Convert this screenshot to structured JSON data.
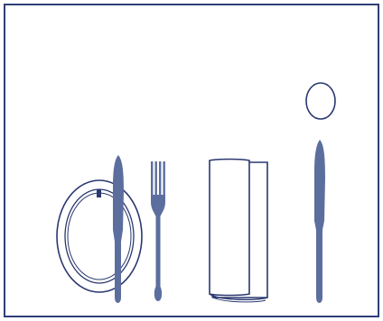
{
  "diagram": {
    "kind": "place-setting",
    "items": [
      {
        "id": "bread-plate",
        "icon": "plate-icon"
      },
      {
        "id": "butter-knife",
        "icon": "knife-icon"
      },
      {
        "id": "fork",
        "icon": "fork-icon"
      },
      {
        "id": "napkin",
        "icon": "napkin-icon"
      },
      {
        "id": "glass",
        "icon": "glass-icon"
      },
      {
        "id": "dinner-knife",
        "icon": "knife-icon"
      }
    ],
    "colors": {
      "frame": "#2f3f78",
      "line": "#2a3870",
      "utensil": "#5c6e9e",
      "napkin_fill": "#ffffff",
      "background": "#ffffff"
    }
  }
}
